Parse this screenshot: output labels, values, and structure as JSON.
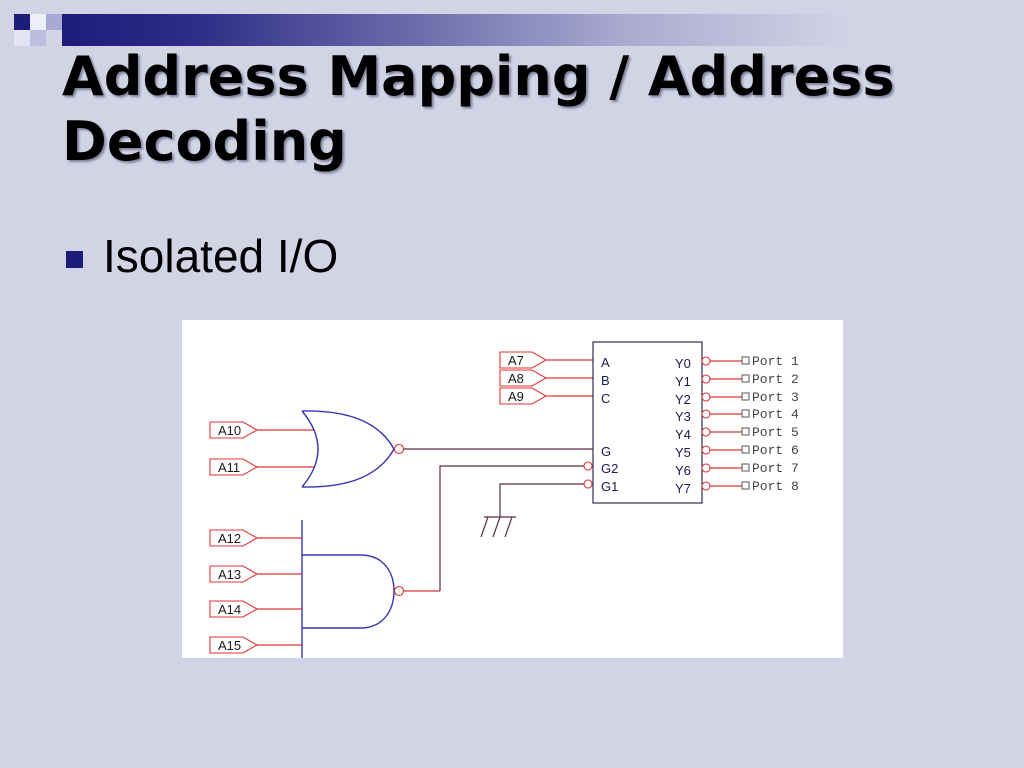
{
  "slide": {
    "title": "Address Mapping / Address Decoding",
    "bullets": [
      "Isolated I/O"
    ]
  },
  "diagram": {
    "decoder_inputs": [
      "A7",
      "A8",
      "A9"
    ],
    "or_gate_inputs": [
      "A10",
      "A11"
    ],
    "and_gate_inputs": [
      "A12",
      "A13",
      "A14",
      "A15"
    ],
    "decoder_pins_left": [
      "A",
      "B",
      "C",
      "G",
      "G2",
      "G1"
    ],
    "decoder_pins_right": [
      "Y0",
      "Y1",
      "Y2",
      "Y3",
      "Y4",
      "Y5",
      "Y6",
      "Y7"
    ],
    "ports": [
      "Port 1",
      "Port 2",
      "Port 3",
      "Port 4",
      "Port 5",
      "Port 6",
      "Port 7",
      "Port 8"
    ]
  },
  "theme": {
    "background": "#d3d3e6",
    "accent": "#1c1c7a",
    "wire": "#e03333",
    "gate": "#3636b4",
    "bus": "#5a2a4a"
  }
}
